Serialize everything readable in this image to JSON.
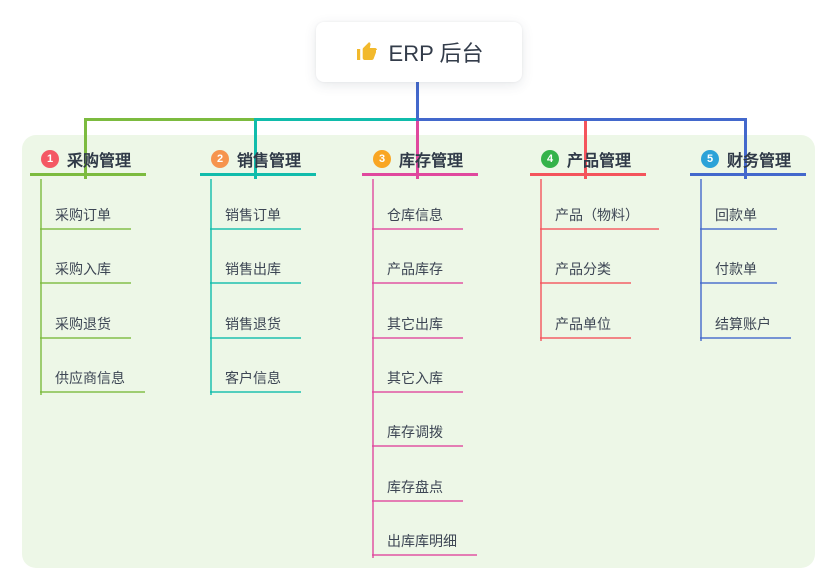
{
  "root": {
    "icon": "thumbs-up",
    "label": "ERP 后台"
  },
  "branches": [
    {
      "badge": "1",
      "title": "采购管理",
      "line_color": "#7cbb3f",
      "badge_color": "#f45864",
      "children": [
        "采购订单",
        "采购入库",
        "采购退货",
        "供应商信息"
      ]
    },
    {
      "badge": "2",
      "title": "销售管理",
      "line_color": "#10bcab",
      "badge_color": "#f6944e",
      "children": [
        "销售订单",
        "销售出库",
        "销售退货",
        "客户信息"
      ]
    },
    {
      "badge": "3",
      "title": "库存管理",
      "line_color": "#e0489e",
      "badge_color": "#f9a623",
      "children": [
        "仓库信息",
        "产品库存",
        "其它出库",
        "其它入库",
        "库存调拨",
        "库存盘点",
        "出库库明细"
      ]
    },
    {
      "badge": "4",
      "title": "产品管理",
      "line_color": "#f4545c",
      "badge_color": "#35b34a",
      "children": [
        "产品（物料）",
        "产品分类",
        "产品单位"
      ]
    },
    {
      "badge": "5",
      "title": "财务管理",
      "line_color": "#4368cc",
      "badge_color": "#2ba2d8",
      "children": [
        "回款单",
        "付款单",
        "结算账户"
      ]
    }
  ],
  "colors": {
    "panel_bg": "#edf7e7",
    "root_connector": "#4368cc",
    "title_text": "#303a48",
    "child_text": "#3d4654",
    "thumb_icon": "#f2b92c"
  }
}
